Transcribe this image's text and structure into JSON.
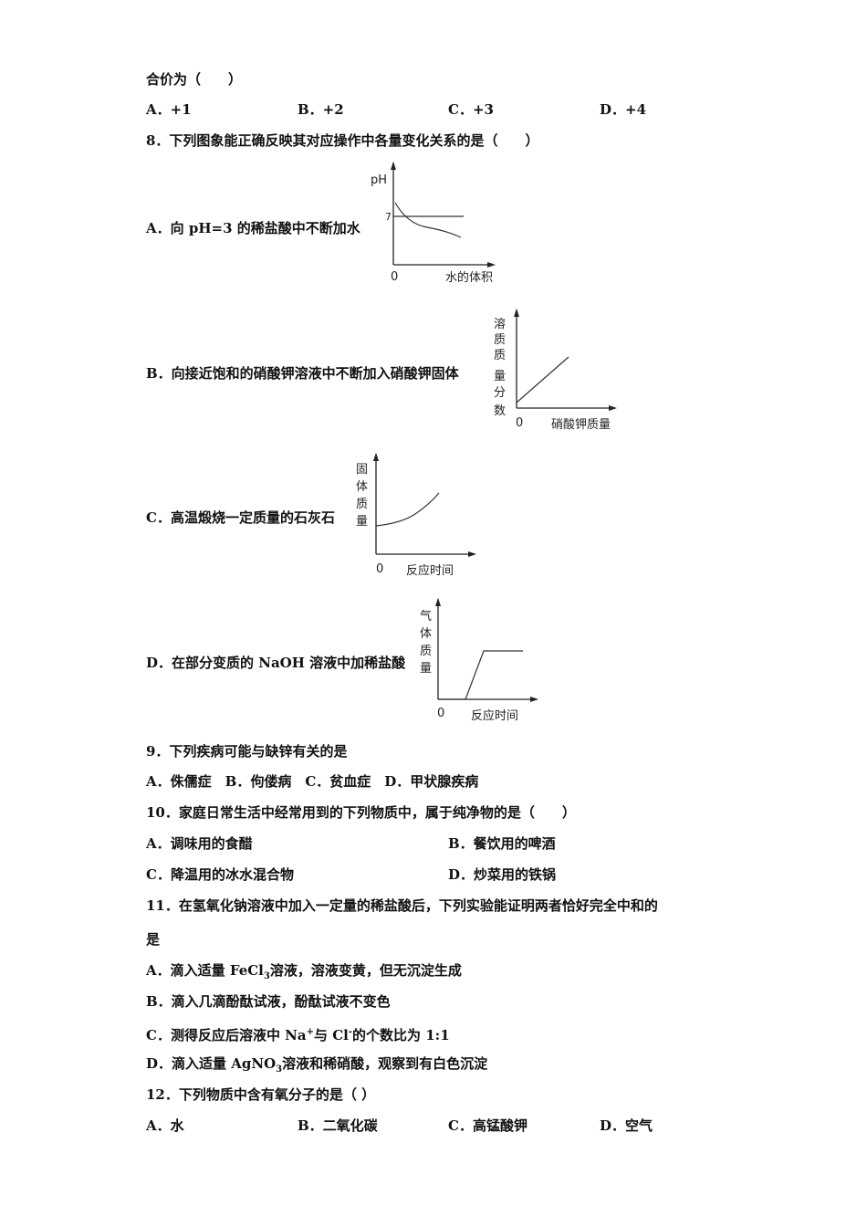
{
  "q7": {
    "stem_tail": "合价为（　　）",
    "options": [
      "A．+1",
      "B．+2",
      "C．+3",
      "D．+4"
    ]
  },
  "q8": {
    "stem": "8．下列图象能正确反映其对应操作中各量变化关系的是（　　）",
    "a": {
      "label": "A．向 pH=3 的稀盐酸中不断加水",
      "y_label": "pH",
      "y_mark": "7",
      "origin": "0",
      "x_label": "水的体积"
    },
    "b": {
      "label": "B．向接近饱和的硝酸钾溶液中不断加入硝酸钾固体",
      "y_label": [
        "溶",
        "质",
        "质",
        "量",
        "分",
        "数"
      ],
      "origin": "0",
      "x_label": "硝酸钾质量"
    },
    "c": {
      "label": "C．高温煅烧一定质量的石灰石",
      "y_label": [
        "固",
        "体",
        "质",
        "量"
      ],
      "origin": "0",
      "x_label": "反应时间"
    },
    "d": {
      "label": "D．在部分变质的 NaOH 溶液中加稀盐酸",
      "y_label": [
        "气",
        "体",
        "质",
        "量"
      ],
      "origin": "0",
      "x_label": "反应时间"
    }
  },
  "q9": {
    "stem": "9．下列疾病可能与缺锌有关的是",
    "options_line": "A．侏儒症　B．佝偻病　C．贫血症　D．甲状腺疾病"
  },
  "q10": {
    "stem": "10．家庭日常生活中经常用到的下列物质中，属于纯净物的是（　　）",
    "options": [
      "A．调味用的食醋",
      "B．餐饮用的啤酒",
      "C．降温用的冰水混合物",
      "D．炒菜用的铁锅"
    ]
  },
  "q11": {
    "stem_line1": "11．在氢氧化钠溶液中加入一定量的稀盐酸后，下列实验能证明两者恰好完全中和的",
    "stem_line2": "是",
    "option_a": {
      "pre": "A．滴入适量 FeCl",
      "sub": "3",
      "post": "溶液，溶液变黄，但无沉淀生成"
    },
    "option_b": "B．滴入几滴酚酞试液，酚酞试液不变色",
    "option_c": {
      "pre": "C．测得反应后溶液中 Na",
      "sup1": "+",
      "mid": "与 Cl",
      "sup2": "-",
      "post": "的个数比为 1:1"
    },
    "option_d": {
      "pre": "D．滴入适量 AgNO",
      "sub": "3",
      "post": "溶液和稀硝酸，观察到有白色沉淀"
    }
  },
  "q12": {
    "stem": "12．下列物质中含有氧分子的是（ ）",
    "options": [
      "A．水",
      "B．二氧化碳",
      "C．高锰酸钾",
      "D．空气"
    ]
  }
}
